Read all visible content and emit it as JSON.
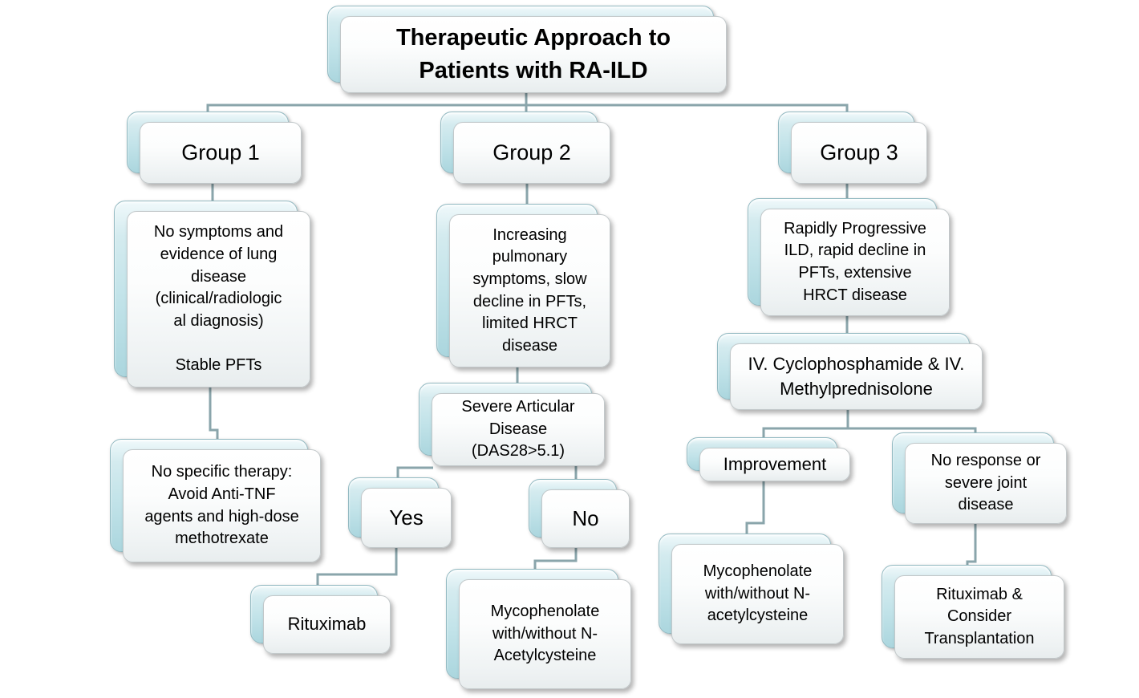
{
  "diagram": {
    "kind": "flowchart",
    "accent_color": "#bfe2e8",
    "box_front_color": "#f4f7f8",
    "connector_color": "#8aa5ab",
    "text_color": "#000000"
  },
  "nodes": {
    "title": {
      "text": "Therapeutic Approach to\nPatients with RA-ILD"
    },
    "group1_header": {
      "text": "Group 1"
    },
    "group2_header": {
      "text": "Group 2"
    },
    "group3_header": {
      "text": "Group 3"
    },
    "group1_criteria": {
      "text": "No symptoms and\nevidence of lung\ndisease\n(clinical/radiologic\nal diagnosis)\n\nStable PFTs"
    },
    "group2_criteria": {
      "text": "Increasing\npulmonary\nsymptoms, slow\ndecline in PFTs,\nlimited HRCT\ndisease"
    },
    "group3_criteria": {
      "text": "Rapidly Progressive\nILD, rapid decline in\nPFTs, extensive\nHRCT disease"
    },
    "group1_therapy": {
      "text": "No specific therapy:\nAvoid Anti-TNF\nagents and high-dose\nmethotrexate"
    },
    "severe_articular": {
      "text": "Severe Articular\nDisease\n(DAS28>5.1)"
    },
    "yes": {
      "text": "Yes"
    },
    "no": {
      "text": "No"
    },
    "rituximab": {
      "text": "Rituximab"
    },
    "group2_myco": {
      "text": "Mycophenolate\nwith/without N-\nAcetylcysteine"
    },
    "group3_treatment": {
      "text": "IV. Cyclophosphamide & IV.\nMethylprednisolone"
    },
    "improvement": {
      "text": "Improvement"
    },
    "no_response": {
      "text": "No response or\nsevere joint\ndisease"
    },
    "group3_myco": {
      "text": "Mycophenolate\nwith/without N-\nacetylcysteine"
    },
    "group3_rituximab": {
      "text": "Rituximab &\nConsider\nTransplantation"
    }
  }
}
